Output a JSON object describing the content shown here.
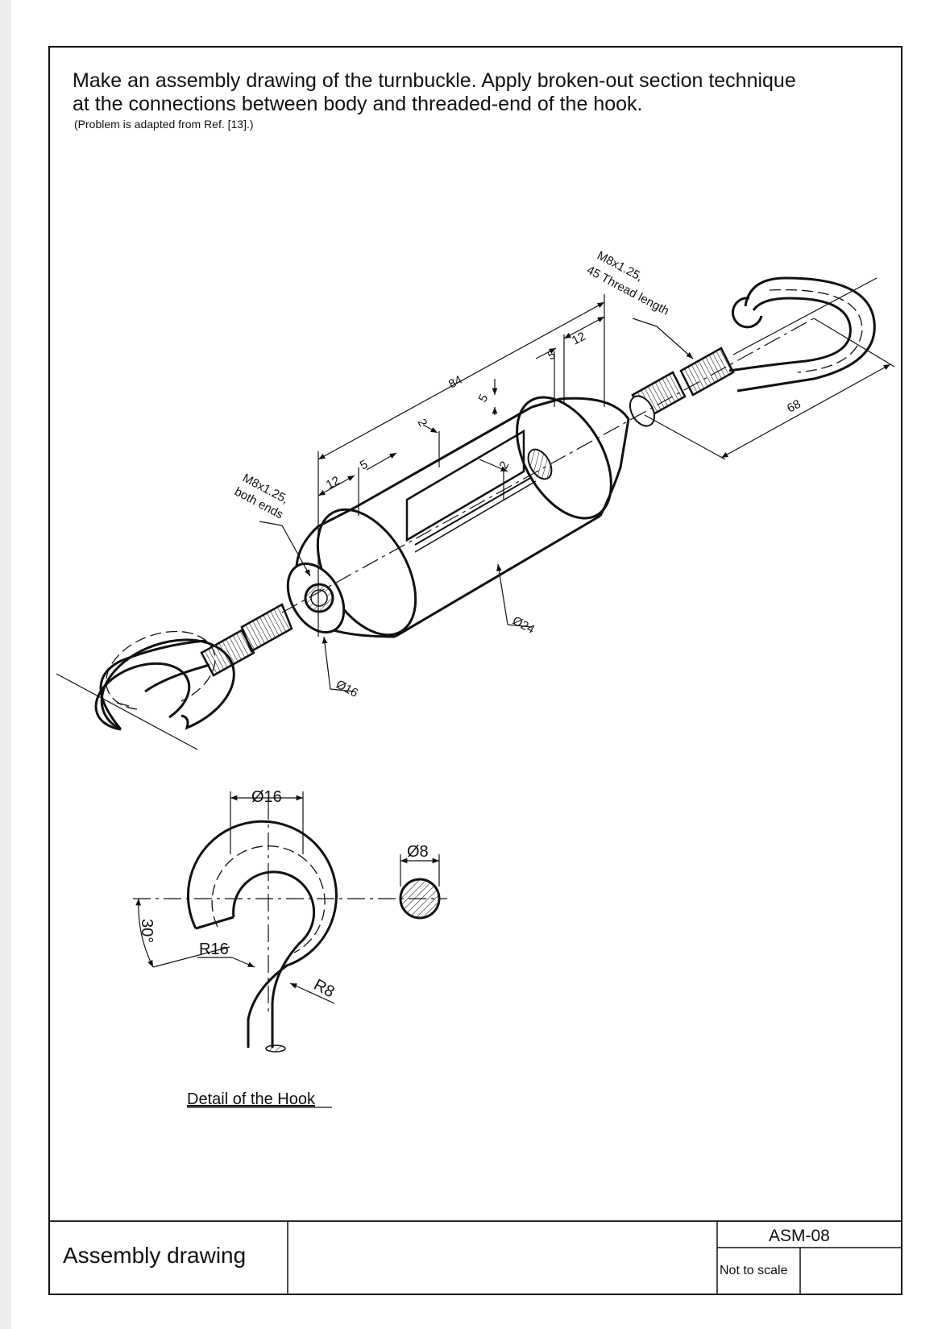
{
  "instructions": {
    "line1": "Make an assembly drawing of the turnbuckle. Apply broken-out section technique",
    "line2": "at the connections between body and threaded-end of the hook.",
    "source_note": "(Problem is adapted from Ref. [13].)"
  },
  "dimensions": {
    "thread_top_1": "M8x1.25,",
    "thread_top_2": "45 Thread length",
    "thread_left_1": "M8x1.25,",
    "thread_left_2": "both ends",
    "body_length": "84",
    "end_left": "12",
    "slot_offset_left": "5",
    "end_right": "12",
    "slot_offset_right": "5",
    "slot_depth": "5",
    "wall_a": "2",
    "wall_b": "2",
    "body_diameter": "Ø24",
    "end_diameter": "Ø16",
    "hook_span": "68"
  },
  "detail": {
    "caption": "Detail of the Hook",
    "eye_diameter": "Ø16",
    "wire_diameter": "Ø8",
    "angle": "30°",
    "radius_large": "R16",
    "radius_small": "R8"
  },
  "title_block": {
    "title": "Assembly drawing",
    "drawing_code": "ASM-08",
    "scale_note": "Not to scale"
  }
}
